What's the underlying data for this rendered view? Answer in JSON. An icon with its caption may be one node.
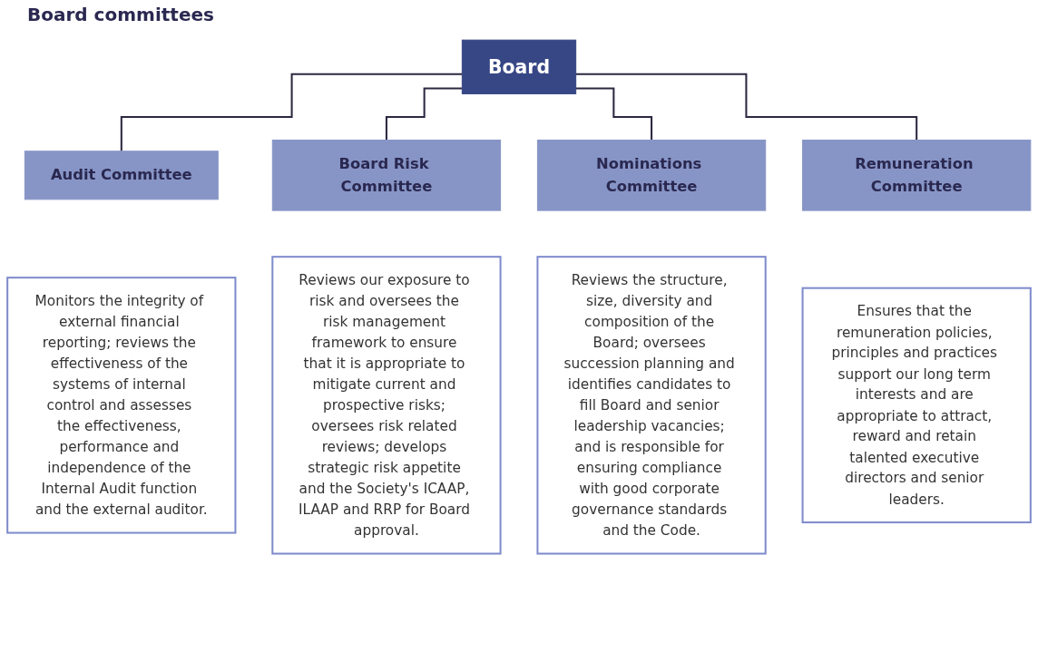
{
  "diagram": {
    "title": "Board committees",
    "nodes": [
      {
        "text": [
          "Board"
        ]
      },
      {
        "text": [
          "Audit Committee"
        ]
      },
      {
        "text": [
          "Board Risk Committee"
        ]
      },
      {
        "text": [
          "Nominations Committee"
        ]
      },
      {
        "text": [
          "Remuneration Committee"
        ]
      },
      {
        "text": [
          "Monitors the integrity of external financial reporting; reviews the effectiveness of the systems of internal control and assesses the effectiveness, performance and independence of the Internal Audit function and the external auditor."
        ]
      },
      {
        "text": [
          "Reviews our exposure to risk and oversees the risk management framework to ensure that it is appropriate to mitigate current and prospective risks; oversees risk related reviews; develops strategic risk appetite and the Society's ICAAP, ILAAP and RRP for Board approval."
        ]
      },
      {
        "text": [
          "Reviews the structure, size, diversity and composition of the Board; oversees succession planning and identifies candidates to fill Board and senior leadership vacancies; and is responsible for ensuring compliance with good corporate governance standards and the Code."
        ]
      },
      {
        "text": [
          "Ensures that the remuneration policies, principles and practices support our long term interests and are appropriate to attract, reward and retain talented executive directors and senior leaders."
        ]
      }
    ],
    "edges": [
      {
        "from": 0,
        "to": 1,
        "arrow": "none"
      },
      {
        "from": 0,
        "to": 2,
        "arrow": "none"
      },
      {
        "from": 0,
        "to": 3,
        "arrow": "none"
      },
      {
        "from": 0,
        "to": 4,
        "arrow": "none"
      }
    ]
  }
}
